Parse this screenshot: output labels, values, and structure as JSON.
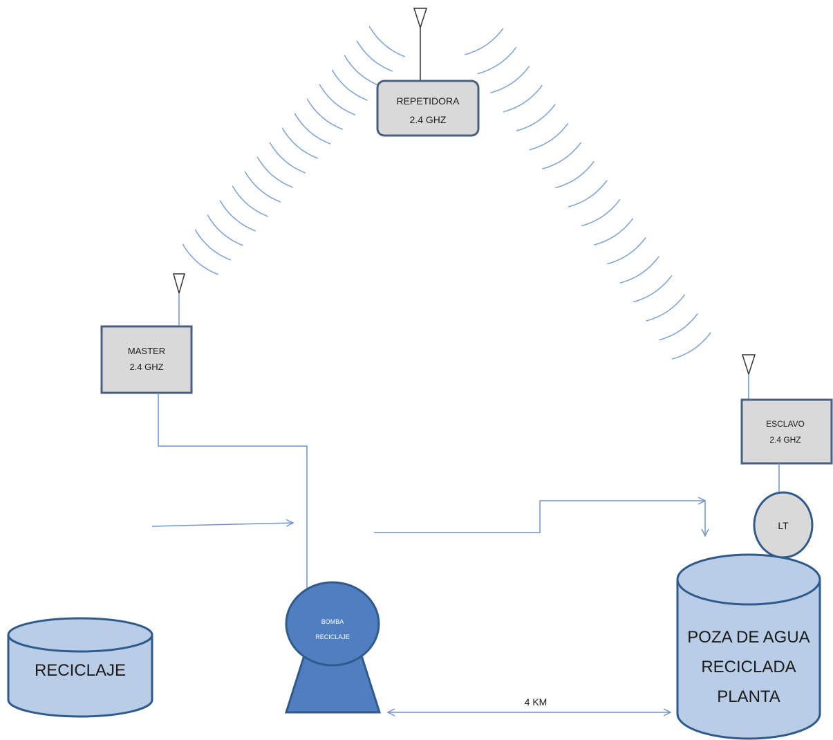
{
  "repeater": {
    "line1": "REPETIDORA",
    "line2": "2.4 GHZ"
  },
  "master": {
    "line1": "MASTER",
    "line2": "2.4 GHZ"
  },
  "slave": {
    "line1": "ESCLAVO",
    "line2": "2.4 GHZ"
  },
  "level_transmitter": {
    "label": "LT"
  },
  "pump": {
    "line1": "BOMBA",
    "line2": "RECICLAJE"
  },
  "recycle_tank": {
    "label": "RECICLAJE"
  },
  "pool": {
    "line1": "POZA DE AGUA",
    "line2": "RECICLADA",
    "line3": "PLANTA"
  },
  "distance": {
    "label": "4 KM"
  },
  "colors": {
    "radio_box_fill": "#d9d9d9",
    "radio_box_stroke": "#4a5f80",
    "tank_fill": "#b9cde6",
    "tank_stroke": "#2f5a8c",
    "pump_fill": "#4f7fc0",
    "wave": "#7aa1d6",
    "line": "#6f94cc"
  }
}
